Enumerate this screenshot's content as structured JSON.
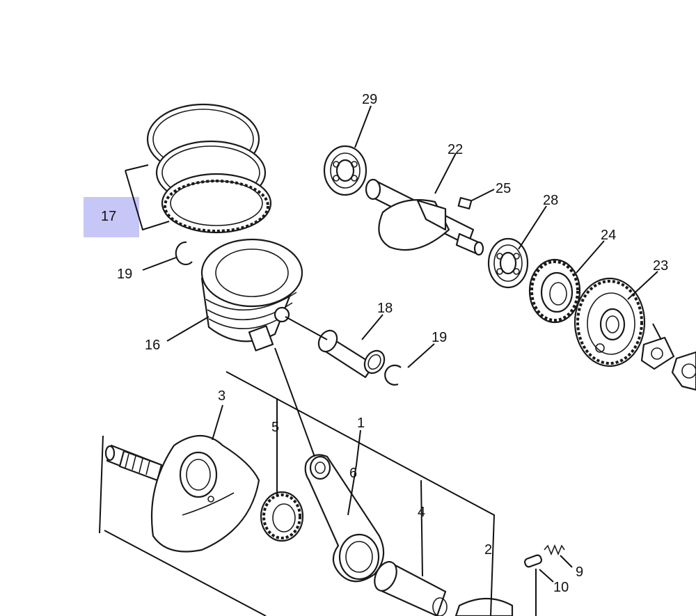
{
  "highlight": {
    "color": "#c6c7f7",
    "label": "17"
  },
  "callouts": {
    "p29": "29",
    "p22": "22",
    "p25": "25",
    "p28": "28",
    "p24": "24",
    "p23": "23",
    "p17": "17",
    "p19a": "19",
    "p16": "16",
    "p18": "18",
    "p19b": "19",
    "p3": "3",
    "p5": "5",
    "p1": "1",
    "p6": "6",
    "p4": "4",
    "p2": "2",
    "p9": "9",
    "p10": "10"
  },
  "icons": [
    "piston-ring-set",
    "piston",
    "piston-pin",
    "circlip",
    "crankshaft",
    "needle-bearing",
    "connecting-rod",
    "crank-pin",
    "balancer-shaft",
    "ball-bearing",
    "balancer-drive-gear",
    "balancer-driven-gear",
    "woodruff-key",
    "spring",
    "pin",
    "lock-washer",
    "nut"
  ]
}
